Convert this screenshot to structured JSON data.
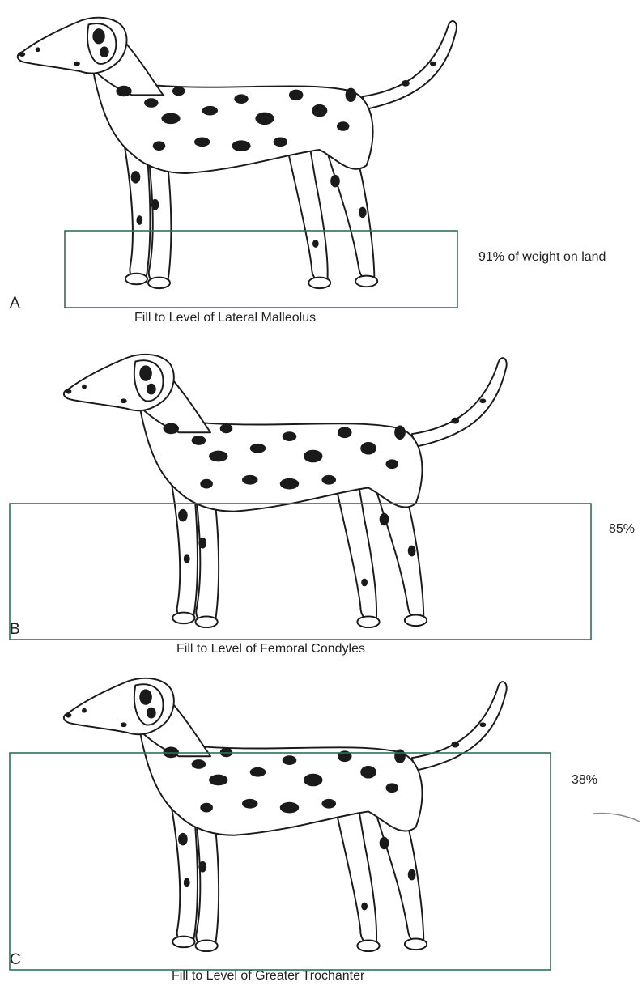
{
  "panels": [
    {
      "letter": "A",
      "percentage": "91% of weight on land",
      "caption": "Fill to Level of Lateral Malleolus"
    },
    {
      "letter": "B",
      "percentage": "85%",
      "caption": "Fill to Level of Femoral Condyles"
    },
    {
      "letter": "C",
      "percentage": "38%",
      "caption": "Fill to Level of Greater Trochanter"
    }
  ],
  "colors": {
    "tank_outline": "#2f6f5a",
    "dog_outline": "#1a1a1a",
    "spots": "#1a1a1a"
  }
}
